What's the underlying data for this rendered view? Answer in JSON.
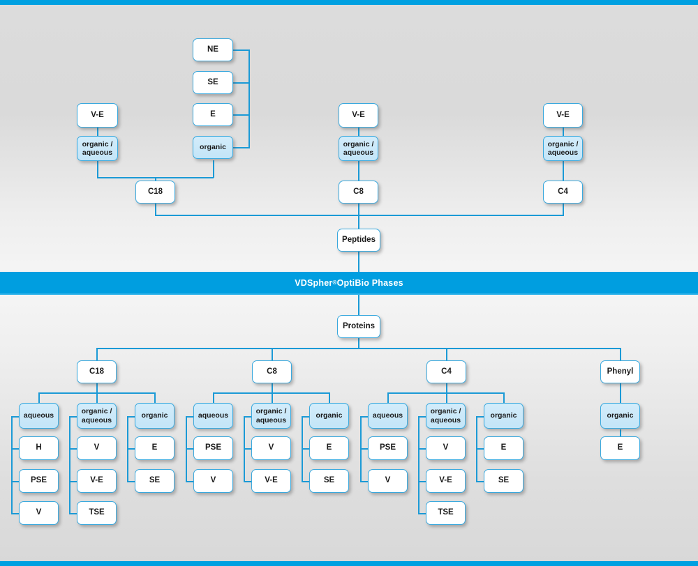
{
  "banner": {
    "brand": "VDSpher",
    "registered": "®",
    "suffix": " OptiBio Phases",
    "color": "#009ee0"
  },
  "colors": {
    "accent": "#00a0e1",
    "line": "#1b9ad6",
    "node_border": "#3aa9de",
    "node_fill": "#ffffff",
    "node_fill_highlight": "#c9e8f8",
    "background": "#e0e0e0"
  },
  "peptides": {
    "root_label": "Peptides",
    "branches": [
      {
        "id": "c18",
        "label": "C18",
        "modes": [
          {
            "label": "organic /\naqueous",
            "label_line1": "organic /",
            "label_line2": "aqueous",
            "highlight": true,
            "items": [
              {
                "label": "V-E"
              }
            ]
          },
          {
            "label": "organic",
            "highlight": true,
            "items": [
              {
                "label": "NE"
              },
              {
                "label": "SE"
              },
              {
                "label": "E"
              }
            ]
          }
        ]
      },
      {
        "id": "c8",
        "label": "C8",
        "modes": [
          {
            "label_line1": "organic /",
            "label_line2": "aqueous",
            "highlight": true,
            "items": [
              {
                "label": "V-E"
              }
            ]
          }
        ]
      },
      {
        "id": "c4",
        "label": "C4",
        "modes": [
          {
            "label_line1": "organic /",
            "label_line2": "aqueous",
            "highlight": true,
            "items": [
              {
                "label": "V-E"
              }
            ]
          }
        ]
      }
    ]
  },
  "proteins": {
    "root_label": "Proteins",
    "branches": [
      {
        "id": "c18",
        "label": "C18",
        "groups": [
          {
            "label": "aqueous",
            "highlight": true,
            "items": [
              "H",
              "PSE",
              "V"
            ]
          },
          {
            "label_line1": "organic /",
            "label_line2": "aqueous",
            "highlight": true,
            "items": [
              "V",
              "V-E",
              "TSE"
            ]
          },
          {
            "label": "organic",
            "highlight": true,
            "items": [
              "E",
              "SE"
            ]
          }
        ]
      },
      {
        "id": "c8",
        "label": "C8",
        "groups": [
          {
            "label": "aqueous",
            "highlight": true,
            "items": [
              "PSE",
              "V"
            ]
          },
          {
            "label_line1": "organic /",
            "label_line2": "aqueous",
            "highlight": true,
            "items": [
              "V",
              "V-E"
            ]
          },
          {
            "label": "organic",
            "highlight": true,
            "items": [
              "E",
              "SE"
            ]
          }
        ]
      },
      {
        "id": "c4",
        "label": "C4",
        "groups": [
          {
            "label": "aqueous",
            "highlight": true,
            "items": [
              "PSE",
              "V"
            ]
          },
          {
            "label_line1": "organic /",
            "label_line2": "aqueous",
            "highlight": true,
            "items": [
              "V",
              "V-E",
              "TSE"
            ]
          },
          {
            "label": "organic",
            "highlight": true,
            "items": [
              "E",
              "SE"
            ]
          }
        ]
      },
      {
        "id": "phenyl",
        "label": "Phenyl",
        "groups": [
          {
            "label": "organic",
            "highlight": true,
            "items": [
              "E"
            ]
          }
        ]
      }
    ]
  },
  "nodes": {
    "pep_c18_ve": "V-E",
    "pep_c18_oa_1": "organic /",
    "pep_c18_oa_2": "aqueous",
    "pep_c18": "C18",
    "pep_ne": "NE",
    "pep_se": "SE",
    "pep_e": "E",
    "pep_organic": "organic",
    "pep_c8_ve": "V-E",
    "pep_c8_oa_1": "organic /",
    "pep_c8_oa_2": "aqueous",
    "pep_c8": "C8",
    "pep_c4_ve": "V-E",
    "pep_c4_oa_1": "organic /",
    "pep_c4_oa_2": "aqueous",
    "pep_c4": "C4",
    "peptides": "Peptides",
    "proteins": "Proteins",
    "pro_c18": "C18",
    "pro_c8": "C8",
    "pro_c4": "C4",
    "pro_phenyl": "Phenyl",
    "pro_c18_aq": "aqueous",
    "pro_c18_aq_1": "H",
    "pro_c18_aq_2": "PSE",
    "pro_c18_aq_3": "V",
    "pro_c18_oa_1": "organic /",
    "pro_c18_oa_2": "aqueous",
    "pro_c18_oa_i1": "V",
    "pro_c18_oa_i2": "V-E",
    "pro_c18_oa_i3": "TSE",
    "pro_c18_or": "organic",
    "pro_c18_or_i1": "E",
    "pro_c18_or_i2": "SE",
    "pro_c8_aq": "aqueous",
    "pro_c8_aq_1": "PSE",
    "pro_c8_aq_2": "V",
    "pro_c8_oa_1": "organic /",
    "pro_c8_oa_2": "aqueous",
    "pro_c8_oa_i1": "V",
    "pro_c8_oa_i2": "V-E",
    "pro_c8_or": "organic",
    "pro_c8_or_i1": "E",
    "pro_c8_or_i2": "SE",
    "pro_c4_aq": "aqueous",
    "pro_c4_aq_1": "PSE",
    "pro_c4_aq_2": "V",
    "pro_c4_oa_1": "organic /",
    "pro_c4_oa_2": "aqueous",
    "pro_c4_oa_i1": "V",
    "pro_c4_oa_i2": "V-E",
    "pro_c4_oa_i3": "TSE",
    "pro_c4_or": "organic",
    "pro_c4_or_i1": "E",
    "pro_c4_or_i2": "SE",
    "pro_ph_or": "organic",
    "pro_ph_or_i1": "E"
  }
}
